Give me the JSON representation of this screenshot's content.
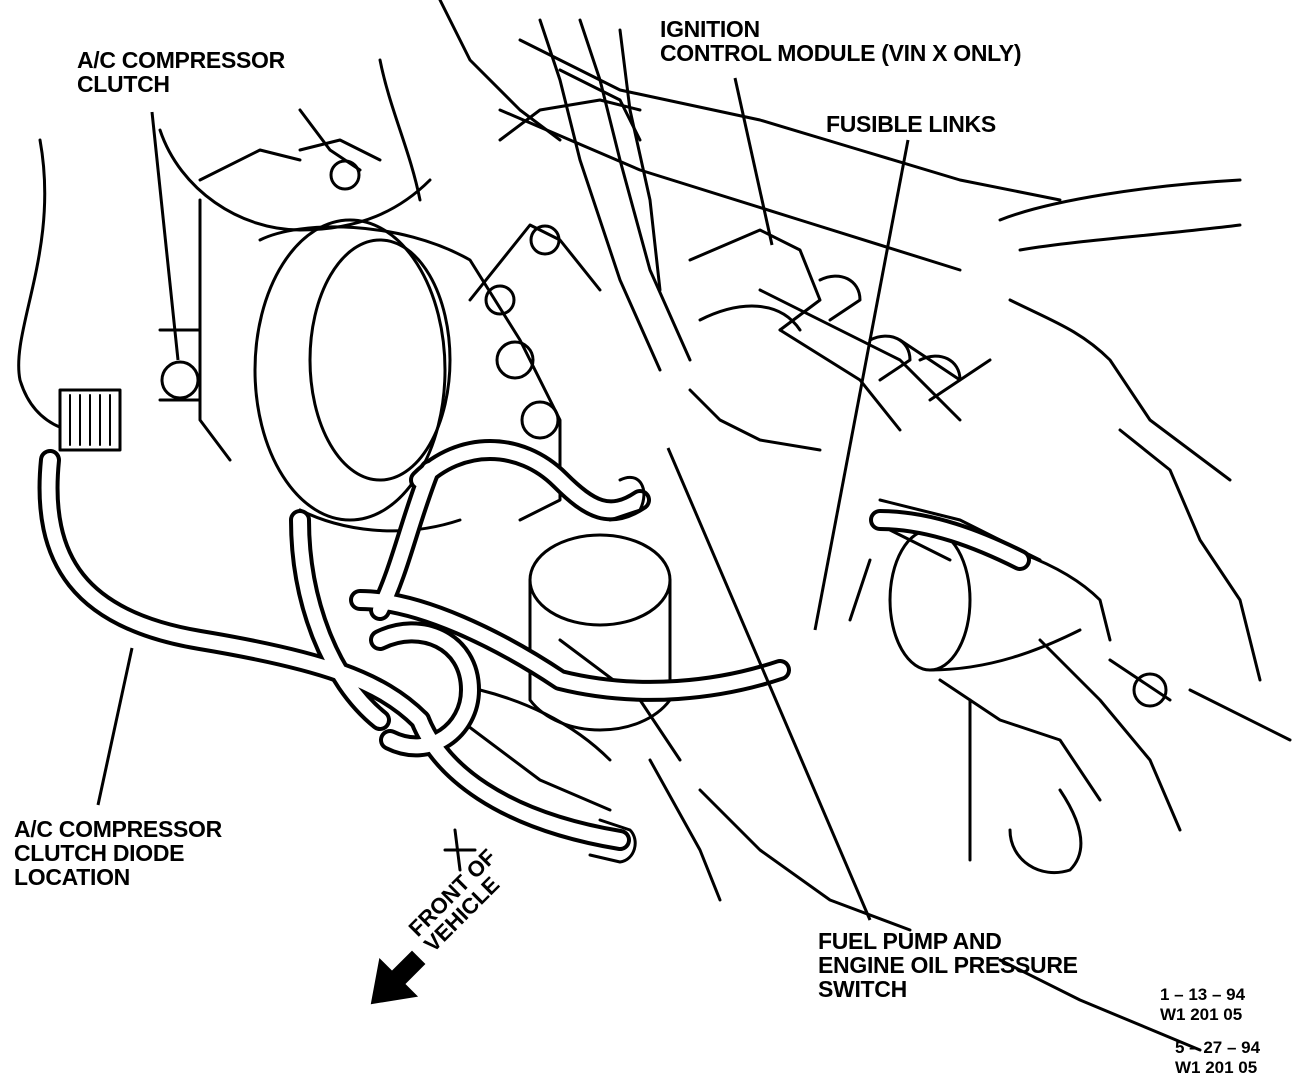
{
  "labels": {
    "ac_compressor_clutch": [
      "A/C COMPRESSOR",
      "CLUTCH"
    ],
    "ignition_control_module": [
      "IGNITION",
      "CONTROL MODULE (VIN X ONLY)"
    ],
    "fusible_links": [
      "FUSIBLE LINKS"
    ],
    "ac_clutch_diode": [
      "A/C COMPRESSOR",
      "CLUTCH DIODE",
      "LOCATION"
    ],
    "front_of_vehicle": [
      "FRONT OF",
      "VEHICLE"
    ],
    "fuel_pump_switch": [
      "FUEL PUMP AND",
      "ENGINE OIL PRESSURE",
      "SWITCH"
    ]
  },
  "codes": {
    "first": [
      "1 – 13 – 94",
      "W1 201 05"
    ],
    "second": [
      "5 – 27 – 94",
      "W1 201 05"
    ]
  }
}
